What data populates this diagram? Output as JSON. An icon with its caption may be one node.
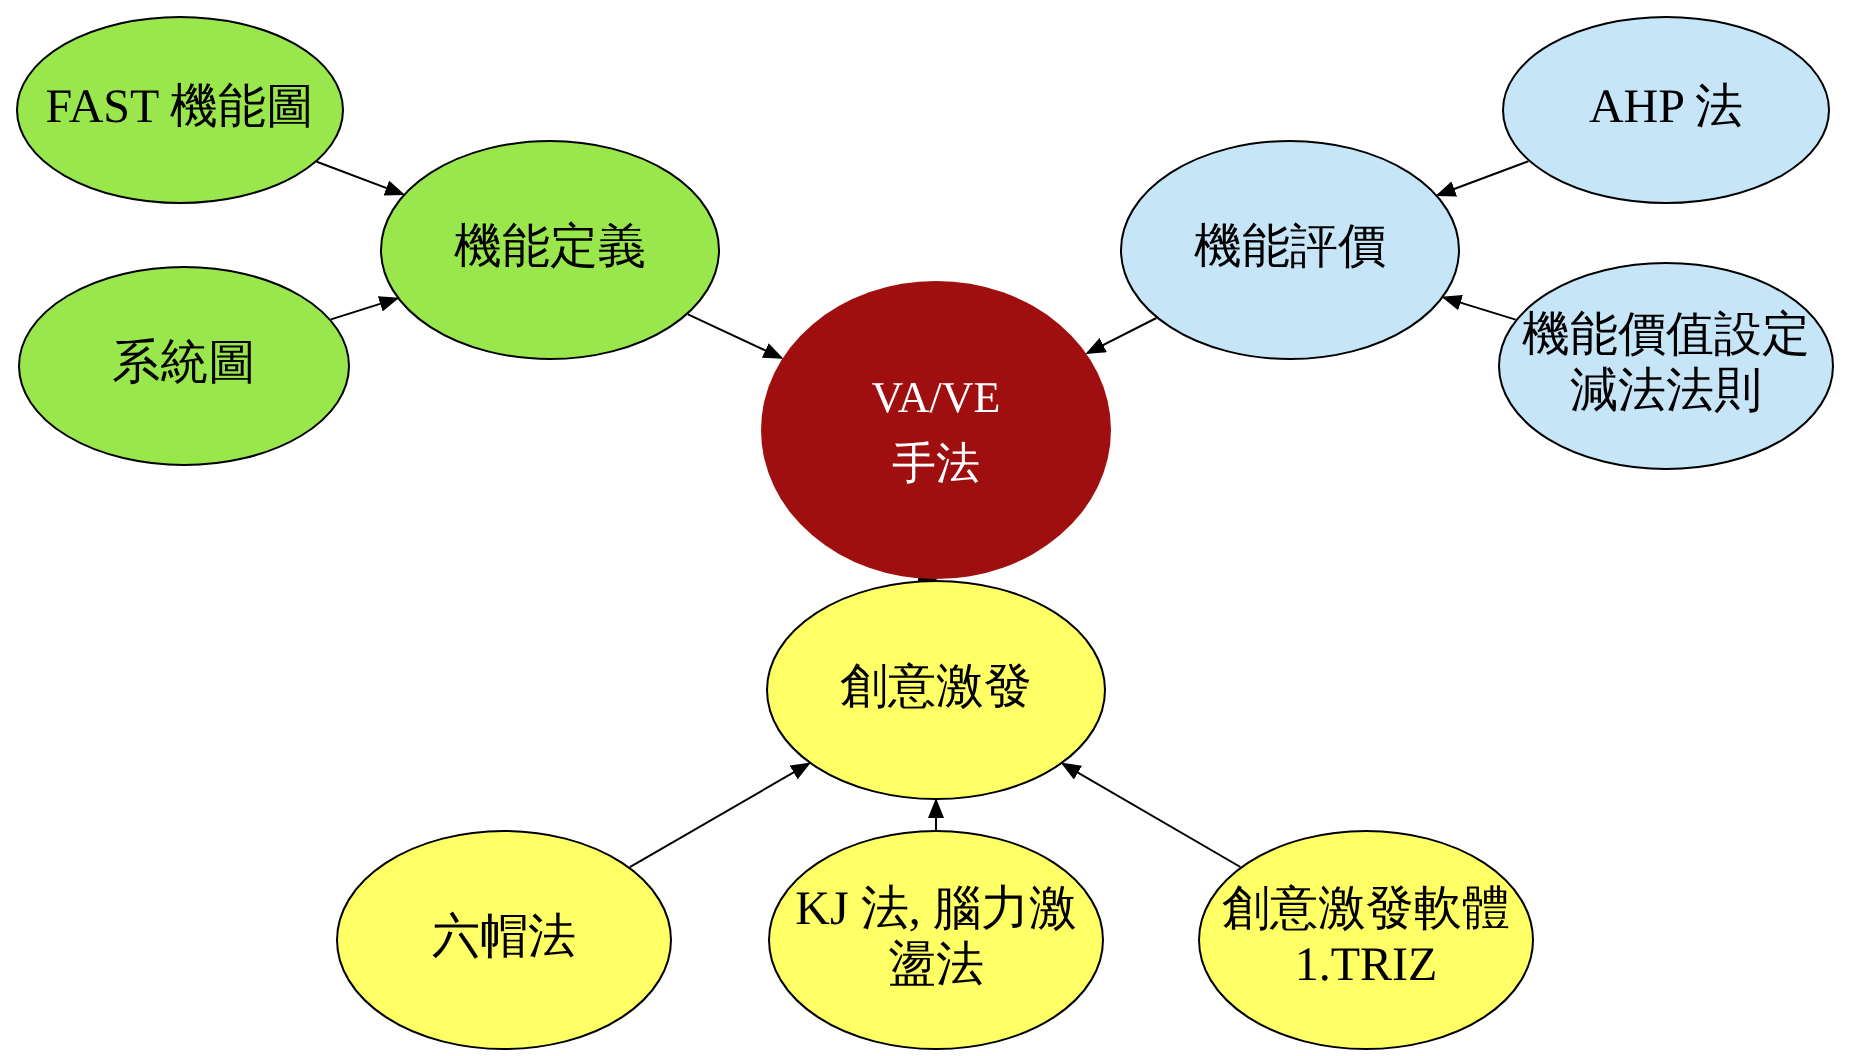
{
  "diagram": {
    "nodes": [
      {
        "text": [
          "FAST 機能圖"
        ]
      },
      {
        "text": [
          "機能定義"
        ]
      },
      {
        "text": [
          "系統圖"
        ]
      },
      {
        "text": [
          "AHP 法"
        ]
      },
      {
        "text": [
          "機能評價"
        ]
      },
      {
        "text": [
          "機能價值設定減法法則"
        ]
      },
      {
        "text": [
          "VA/VE 手法"
        ]
      },
      {
        "text": [
          "創意激發"
        ]
      },
      {
        "text": [
          "六帽法"
        ]
      },
      {
        "text": [
          "KJ 法, 腦力激盪法"
        ]
      },
      {
        "text": [
          "創意激發軟體 1.TRIZ"
        ]
      }
    ],
    "edges": [
      {
        "from": 0,
        "to": 1,
        "arrow": "to"
      },
      {
        "from": 2,
        "to": 1,
        "arrow": "to"
      },
      {
        "from": 1,
        "to": 6,
        "arrow": "to"
      },
      {
        "from": 3,
        "to": 4,
        "arrow": "to"
      },
      {
        "from": 5,
        "to": 4,
        "arrow": "to"
      },
      {
        "from": 4,
        "to": 6,
        "arrow": "to"
      },
      {
        "from": 7,
        "to": 6,
        "arrow": "to"
      },
      {
        "from": 8,
        "to": 7,
        "arrow": "to"
      },
      {
        "from": 9,
        "to": 7,
        "arrow": "to"
      },
      {
        "from": 10,
        "to": 7,
        "arrow": "to"
      }
    ]
  }
}
